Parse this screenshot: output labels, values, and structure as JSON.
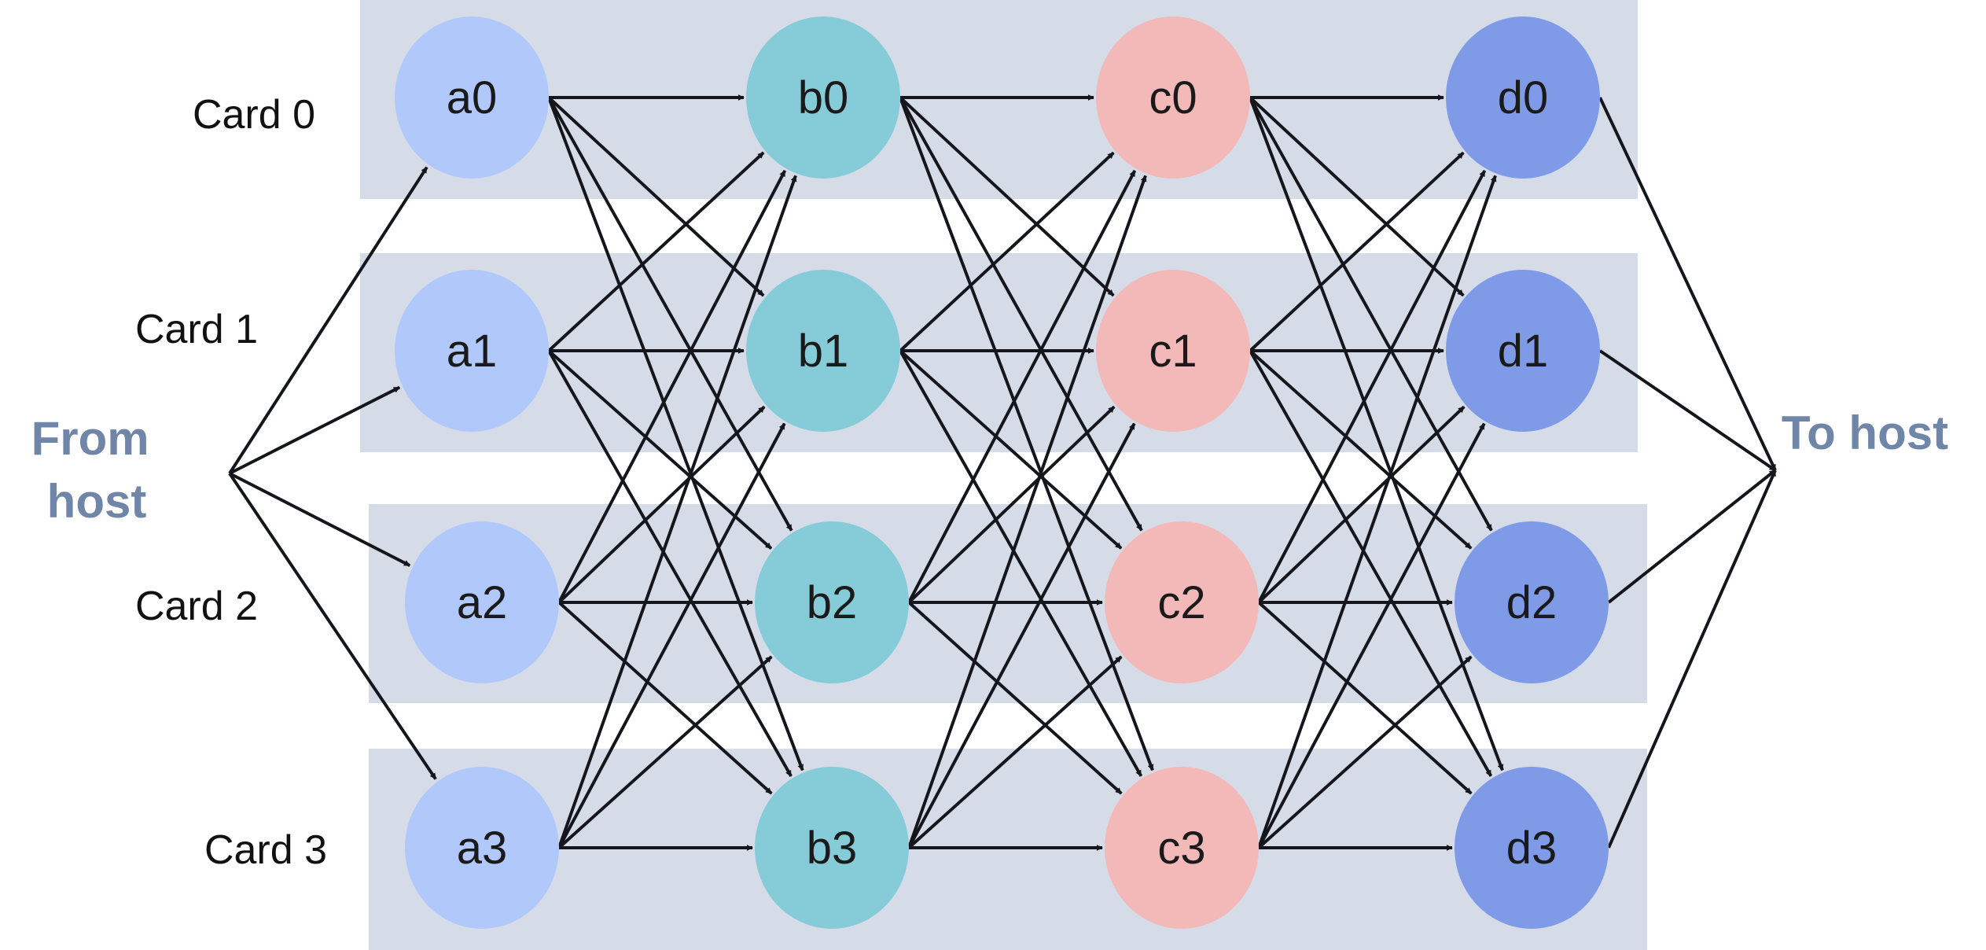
{
  "cards": [
    "Card 0",
    "Card 1",
    "Card 2",
    "Card 3"
  ],
  "from_host_lines": [
    "From",
    "host"
  ],
  "to_host": "To host",
  "colors": {
    "lane": "#d5dce7",
    "edge": "#14161c",
    "host_text": "#6f86a8"
  },
  "columns": [
    {
      "id": "a",
      "color": "#b1c8fb",
      "nodes": [
        "a0",
        "a1",
        "a2",
        "a3"
      ]
    },
    {
      "id": "b",
      "color": "#86ccd8",
      "nodes": [
        "b0",
        "b1",
        "b2",
        "b3"
      ]
    },
    {
      "id": "c",
      "color": "#f3b9b9",
      "nodes": [
        "c0",
        "c1",
        "c2",
        "c3"
      ]
    },
    {
      "id": "d",
      "color": "#7f9be8",
      "nodes": [
        "d0",
        "d1",
        "d2",
        "d3"
      ]
    }
  ]
}
